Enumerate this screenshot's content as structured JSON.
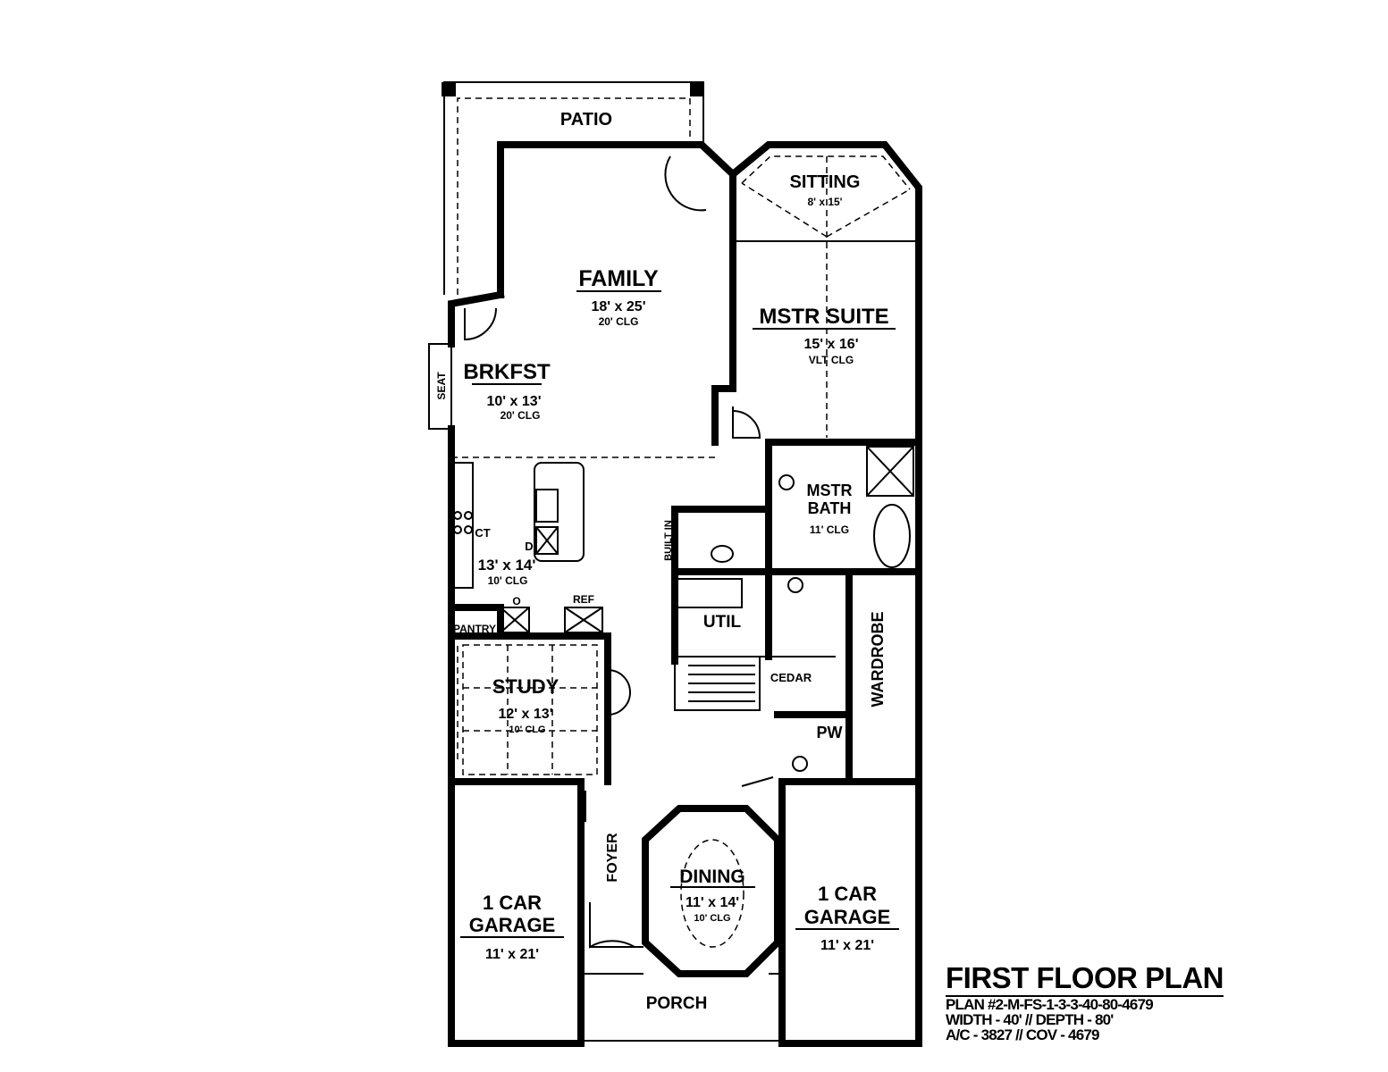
{
  "rooms": {
    "patio": {
      "name": "PATIO"
    },
    "sitting": {
      "name": "SITTING",
      "size": "8' x 15'"
    },
    "family": {
      "name": "FAMILY",
      "size": "18' x 25'",
      "ceiling": "20' CLG"
    },
    "mstr_suite": {
      "name": "MSTR SUITE",
      "size": "15' x 16'",
      "ceiling": "VLT CLG"
    },
    "brkfst": {
      "name": "BRKFST",
      "size": "10' x 13'",
      "ceiling": "20' CLG"
    },
    "seat": {
      "name": "SEAT"
    },
    "kitchen": {
      "size": "13' x 14'",
      "ceiling": "10' CLG",
      "cooktop": "CT",
      "dishwasher": "D",
      "oven": "O",
      "ref": "REF"
    },
    "pantry": {
      "name": "PANTRY"
    },
    "built_in": {
      "name": "BUILT IN"
    },
    "mstr_bath": {
      "name_1": "MSTR",
      "name_2": "BATH",
      "ceiling": "11' CLG"
    },
    "util": {
      "name": "UTIL"
    },
    "cedar": {
      "name": "CEDAR"
    },
    "wardrobe": {
      "name": "WARDROBE"
    },
    "pw": {
      "name": "PW"
    },
    "study": {
      "name": "STUDY",
      "size": "12' x 13'",
      "ceiling": "10' CLG"
    },
    "foyer": {
      "name": "FOYER"
    },
    "dining": {
      "name": "DINING",
      "size": "11' x 14'",
      "ceiling": "10' CLG"
    },
    "garage_left": {
      "name_1": "1 CAR",
      "name_2": "GARAGE",
      "size": "11' x 21'"
    },
    "garage_right": {
      "name_1": "1 CAR",
      "name_2": "GARAGE",
      "size": "11' x 21'"
    },
    "porch": {
      "name": "PORCH"
    }
  },
  "title_block": {
    "title": "FIRST FLOOR PLAN",
    "plan": "PLAN #2-M-FS-1-3-3-40-80-4679",
    "dimensions": "WIDTH - 40' // DEPTH - 80'",
    "area": "A/C - 3827 // COV - 4679"
  }
}
